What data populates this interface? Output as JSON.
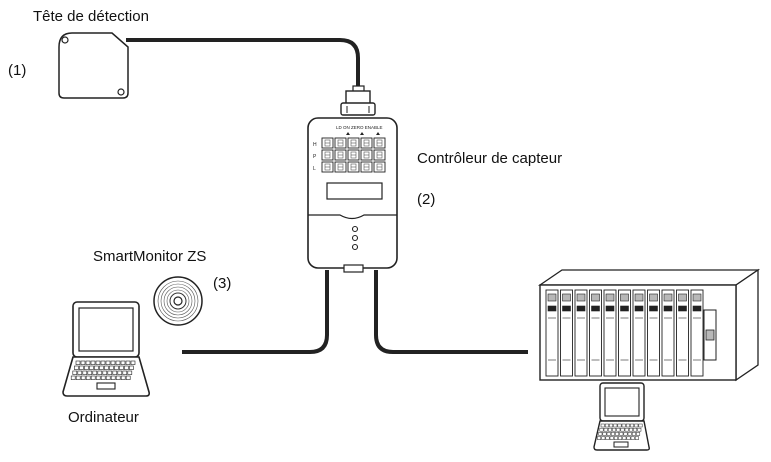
{
  "labels": {
    "sensor_head": "Tête de détection",
    "sensor_head_num": "(1)",
    "controller": "Contrôleur de capteur",
    "controller_num": "(2)",
    "software": "SmartMonitor ZS",
    "software_num": "(3)",
    "computer": "Ordinateur"
  },
  "controller_panel": {
    "top_labels": "LD ON  ZERO ENABLE",
    "side_labels": [
      "H",
      "P",
      "L"
    ]
  },
  "colors": {
    "line": "#222222",
    "fill": "#ffffff",
    "grey": "#b8b8b8"
  }
}
